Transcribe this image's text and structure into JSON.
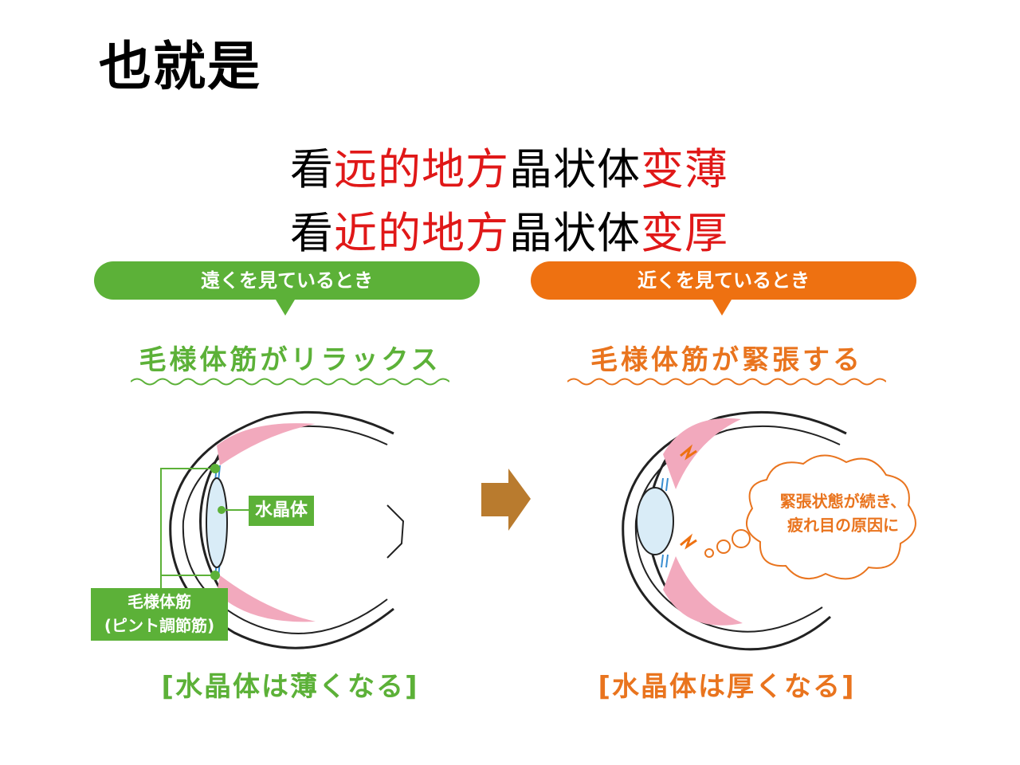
{
  "title": "也就是",
  "lines": [
    {
      "a": "看",
      "b": "远的地方",
      "c": "晶状体",
      "d": "变薄"
    },
    {
      "a": "看",
      "b": "近的地方",
      "c": "晶状体",
      "d": "变厚"
    }
  ],
  "colors": {
    "red": "#e01818",
    "green": "#5cb138",
    "orange": "#ee7111",
    "lens": "#d9ecf7",
    "muscle": "#f2a9bd"
  },
  "far": {
    "header": "遠くを見ているとき",
    "subtitle": "毛様体筋がリラックス",
    "lens_label": "水晶体",
    "muscle_label_1": "毛様体筋",
    "muscle_label_2": "(ピント調節筋)",
    "caption": "[水晶体は薄くなる]"
  },
  "near": {
    "header": "近くを見ているとき",
    "subtitle": "毛様体筋が緊張する",
    "thought_1": "緊張状態が続き、",
    "thought_2": "疲れ目の原因に",
    "caption": "[水晶体は厚くなる]"
  }
}
